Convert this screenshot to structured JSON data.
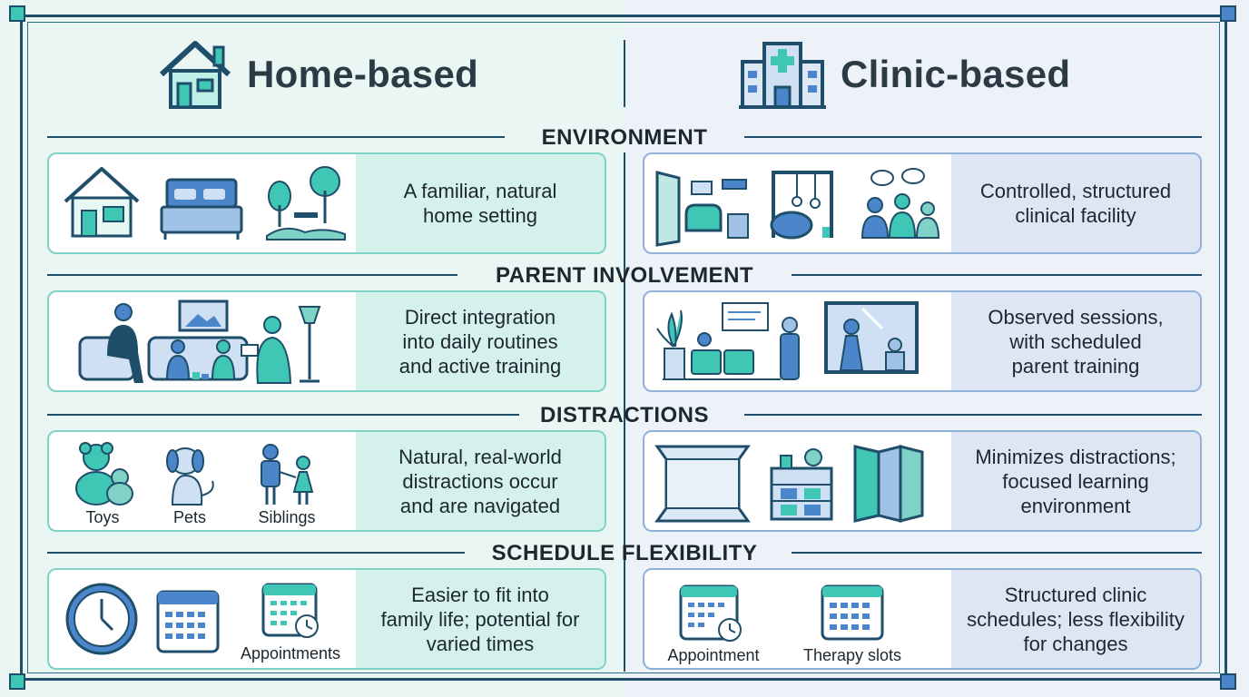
{
  "header": {
    "left_title": "Home-based",
    "right_title": "Clinic-based"
  },
  "sections": [
    {
      "heading": "ENVIRONMENT",
      "home_text": "A familiar, natural\nhome setting",
      "clinic_text": "Controlled, structured\nclinical facility"
    },
    {
      "heading": "PARENT INVOLVEMENT",
      "home_text": "Direct integration\ninto daily routines\nand active training",
      "clinic_text": "Observed sessions,\nwith scheduled\nparent training"
    },
    {
      "heading": "DISTRACTIONS",
      "home_text": "Natural, real-world\ndistractions occur\nand are navigated",
      "clinic_text": "Minimizes distractions;\nfocused learning\nenvironment",
      "home_labels": [
        "Toys",
        "Pets",
        "Siblings"
      ]
    },
    {
      "heading": "SCHEDULE FLEXIBILITY",
      "home_text": "Easier to fit into\nfamily life; potential for\nvaried times",
      "clinic_text": "Structured clinic\nschedules; less flexibility\nfor changes",
      "home_labels": [
        "Appointments"
      ],
      "clinic_labels": [
        "Appointment",
        "Therapy slots"
      ]
    }
  ],
  "colors": {
    "teal": "#3fc6b4",
    "blue": "#4a86c9",
    "navy": "#1f4e6b",
    "text": "#1c2730"
  }
}
